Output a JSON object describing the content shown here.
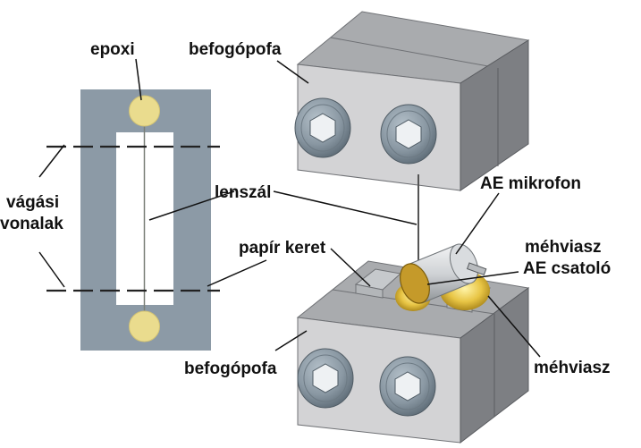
{
  "labels": {
    "epoxi": "epoxi",
    "vagasi": "vágási",
    "vonalak": "vonalak",
    "lenszal": "lenszál",
    "papir_keret": "papír keret",
    "befogopofa_top": "befogópofa",
    "befogopofa_bottom": "befogópofa",
    "ae_mikrofon": "AE mikrofon",
    "mehviasz_coupling_1": "méhviasz",
    "mehviasz_coupling_2": "AE csatoló",
    "mehviasz": "méhviasz"
  },
  "colors": {
    "frame_gray": "#8c9aa6",
    "epoxy_yellow": "#eadc8e",
    "block_front": "#d3d3d5",
    "block_top": "#a9abae",
    "block_right": "#7d7f83",
    "bolt": "#8795a0",
    "beeswax": "#c8a52a"
  }
}
